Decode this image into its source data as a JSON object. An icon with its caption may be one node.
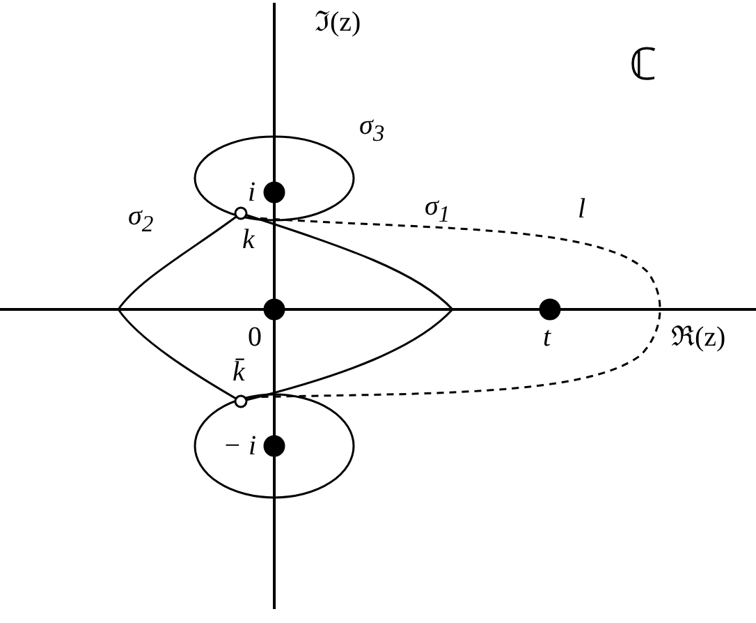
{
  "diagram": {
    "labels": [
      "ℑ(z)",
      "ℂ",
      "σ$_{3}$",
      "i",
      "σ$_{2}$",
      "k",
      "σ$_{1}$",
      "l",
      "0",
      "t",
      "ℜ(z)",
      "k̄",
      "− i"
    ]
  }
}
